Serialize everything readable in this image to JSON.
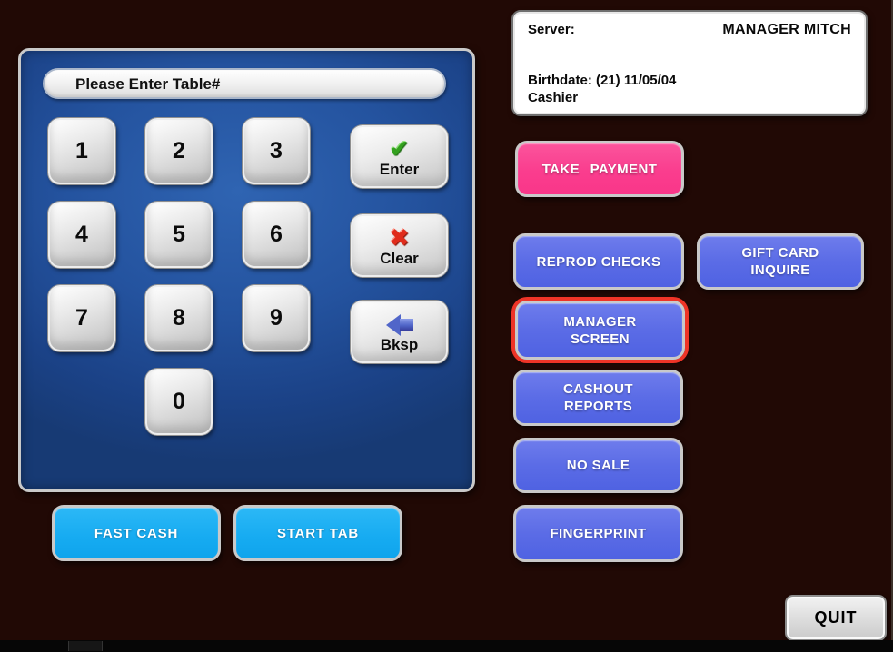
{
  "keypad": {
    "display_text": "Please Enter Table#",
    "keys": [
      "1",
      "2",
      "3",
      "4",
      "5",
      "6",
      "7",
      "8",
      "9",
      "0"
    ],
    "enter_label": "Enter",
    "clear_label": "Clear",
    "bksp_label": "Bksp",
    "enter_icon": "green-checkmark",
    "clear_icon": "red-x",
    "bksp_icon": "blue-left-arrow",
    "enter_glyph": "✔",
    "clear_glyph": "✖"
  },
  "server_panel": {
    "server_label": "Server:",
    "server_name": "MANAGER MITCH",
    "birthdate": "Birthdate: (21) 11/05/04",
    "role": "Cashier"
  },
  "actions": {
    "take_payment": "TAKE PAYMENT",
    "reprod_checks": "REPROD CHECKS",
    "gift_card_inquire_line1": "GIFT CARD",
    "gift_card_inquire_line2": "INQUIRE",
    "manager_screen_line1": "MANAGER",
    "manager_screen_line2": "SCREEN",
    "cashout_reports_line1": "CASHOUT",
    "cashout_reports_line2": "REPORTS",
    "no_sale": "NO SALE",
    "fingerprint": "FINGERPRINT"
  },
  "bottom": {
    "fast_cash": "FAST CASH",
    "start_tab": "START TAB",
    "quit": "QUIT"
  },
  "colors": {
    "background": "#210905",
    "keypad_blue": "#24539f",
    "action_blue": "#5b6ce6",
    "payment_pink": "#fa3d8e",
    "tab_cyan": "#16abf1",
    "highlight_red": "#ee3427",
    "key_gray": "#d8d8d8"
  }
}
